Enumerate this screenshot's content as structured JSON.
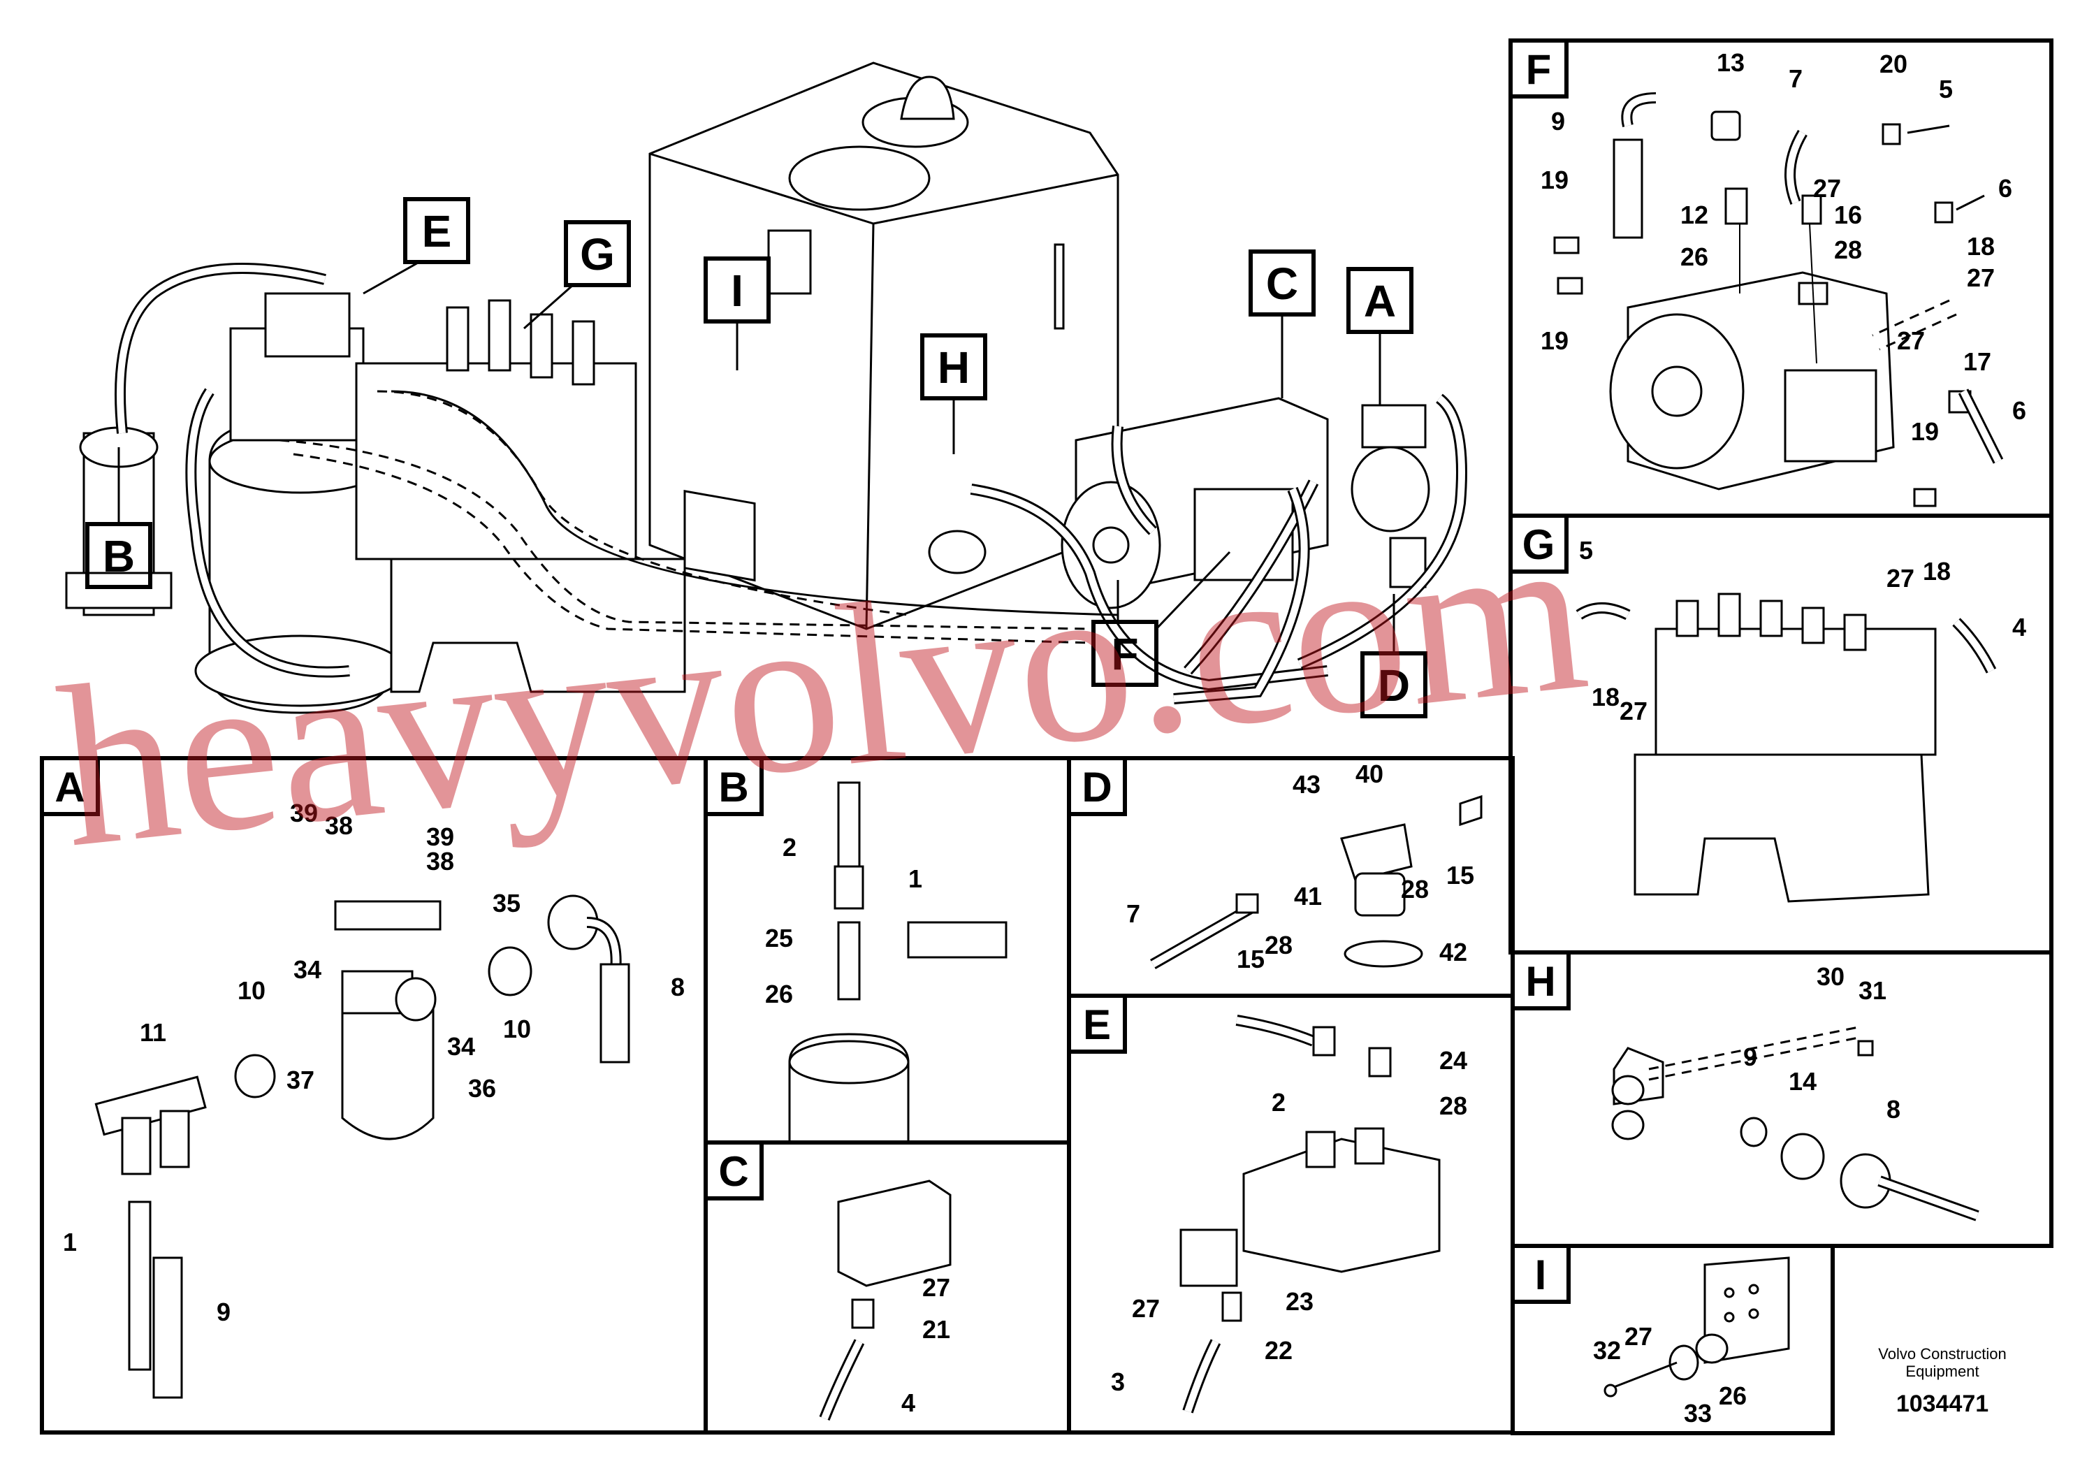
{
  "main_callouts": [
    "E",
    "G",
    "I",
    "H",
    "C",
    "A",
    "B",
    "F",
    "D"
  ],
  "panels": {
    "F": {
      "letter": "F",
      "parts": [
        "13",
        "7",
        "20",
        "5",
        "9",
        "27",
        "6",
        "19",
        "12",
        "16",
        "26",
        "28",
        "18",
        "27",
        "19",
        "27",
        "17",
        "19",
        "6"
      ]
    },
    "G": {
      "letter": "G",
      "parts": [
        "5",
        "27",
        "18",
        "4",
        "18",
        "27"
      ]
    },
    "A": {
      "letter": "A",
      "parts": [
        "39",
        "38",
        "39",
        "38",
        "35",
        "10",
        "34",
        "11",
        "37",
        "34",
        "10",
        "36",
        "8",
        "1",
        "9"
      ]
    },
    "B": {
      "letter": "B",
      "parts": [
        "2",
        "1",
        "25",
        "26"
      ]
    },
    "D": {
      "letter": "D",
      "parts": [
        "43",
        "40",
        "15",
        "7",
        "41",
        "28",
        "15",
        "28",
        "42"
      ]
    },
    "E": {
      "letter": "E",
      "parts": [
        "24",
        "2",
        "28",
        "27",
        "23",
        "22",
        "3"
      ]
    },
    "C": {
      "letter": "C",
      "parts": [
        "27",
        "21",
        "4"
      ]
    },
    "H": {
      "letter": "H",
      "parts": [
        "30",
        "31",
        "9",
        "14",
        "8"
      ]
    },
    "I": {
      "letter": "I",
      "parts": [
        "32",
        "27",
        "33",
        "26"
      ]
    }
  },
  "watermark": "heavyvolvo.com",
  "footer": {
    "brand_line1": "Volvo Construction",
    "brand_line2": "Equipment",
    "doc_number": "1034471"
  }
}
